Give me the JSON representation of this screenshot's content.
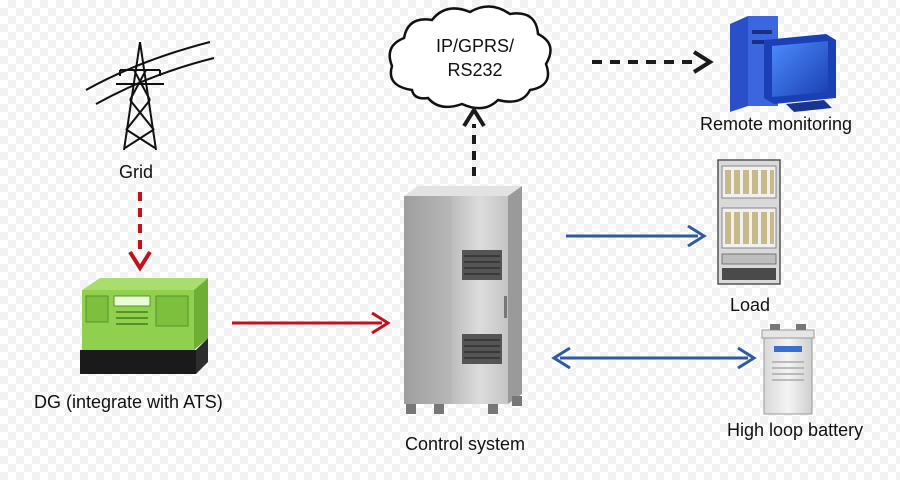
{
  "nodes": {
    "grid": {
      "label": "Grid"
    },
    "dg": {
      "label": "DG (integrate with ATS)"
    },
    "cloud": {
      "line1": "IP/GPRS/",
      "line2": "RS232"
    },
    "remote": {
      "label": "Remote monitoring"
    },
    "control": {
      "label": "Control system"
    },
    "load": {
      "label": "Load"
    },
    "battery": {
      "label": "High loop battery"
    }
  },
  "colors": {
    "power_arrow": "#c0121b",
    "data_arrow": "#1b1b1b",
    "load_arrow": "#2f5aa0",
    "generator_body": "#8fd14f",
    "cabinet": "#c9c9c9",
    "monitor": "#1b3fb5"
  }
}
